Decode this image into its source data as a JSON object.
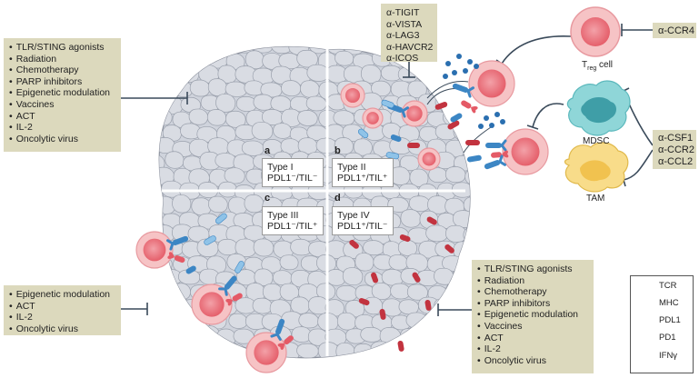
{
  "boxes": {
    "top_left": [
      "TLR/STING agonists",
      "Radiation",
      "Chemotherapy",
      "PARP inhibitors",
      "Epigenetic modulation",
      "Vaccines",
      "ACT",
      "IL-2",
      "Oncolytic virus"
    ],
    "top_center": [
      "α-TIGIT",
      "α-VISTA",
      "α-LAG3",
      "α-HAVCR2",
      "α-ICOS"
    ],
    "right_top": [
      "α-CCR4"
    ],
    "right_mid": [
      "α-CSF1",
      "α-CCR2",
      "α-CCL2"
    ],
    "bottom_left": [
      "Epigenetic modulation",
      "ACT",
      "IL-2",
      "Oncolytic virus"
    ],
    "bottom_center": [
      "TLR/STING agonists",
      "Radiation",
      "Chemotherapy",
      "PARP inhibitors",
      "Epigenetic modulation",
      "Vaccines",
      "ACT",
      "IL-2",
      "Oncolytic virus"
    ]
  },
  "quadrants": [
    {
      "letter": "a",
      "type": "Type I",
      "markers": "PDL1⁻/TIL⁻"
    },
    {
      "letter": "b",
      "type": "Type II",
      "markers": "PDL1⁺/TIL⁺"
    },
    {
      "letter": "c",
      "type": "Type III",
      "markers": "PDL1⁻/TIL⁺"
    },
    {
      "letter": "d",
      "type": "Type IV",
      "markers": "PDL1⁺/TIL⁻"
    }
  ],
  "cells": {
    "treg": {
      "main": "T",
      "sub": "reg",
      "suffix": " cell"
    },
    "mdsc": "MDSC",
    "tam": "TAM"
  },
  "legend": {
    "items": [
      {
        "label": "TCR",
        "icon": "tcr-icon"
      },
      {
        "label": "MHC",
        "icon": "mhc-icon"
      },
      {
        "label": "PDL1",
        "icon": "pdl1-icon"
      },
      {
        "label": "PD1",
        "icon": "pd1-icon"
      },
      {
        "label": "IFNγ",
        "icon": "ifng-icon"
      }
    ]
  },
  "colors": {
    "box_fill": "#dcd9bd",
    "tumor_cell": "#d9dce3",
    "t_cell": "#e45a66",
    "tcr": "#3c86c4",
    "mhc": "#8fc3e8",
    "pdl1": "#c2333f",
    "ifng": "#2a6fb0",
    "mdsc": "#6cc9cc",
    "tam": "#f2d47a"
  }
}
